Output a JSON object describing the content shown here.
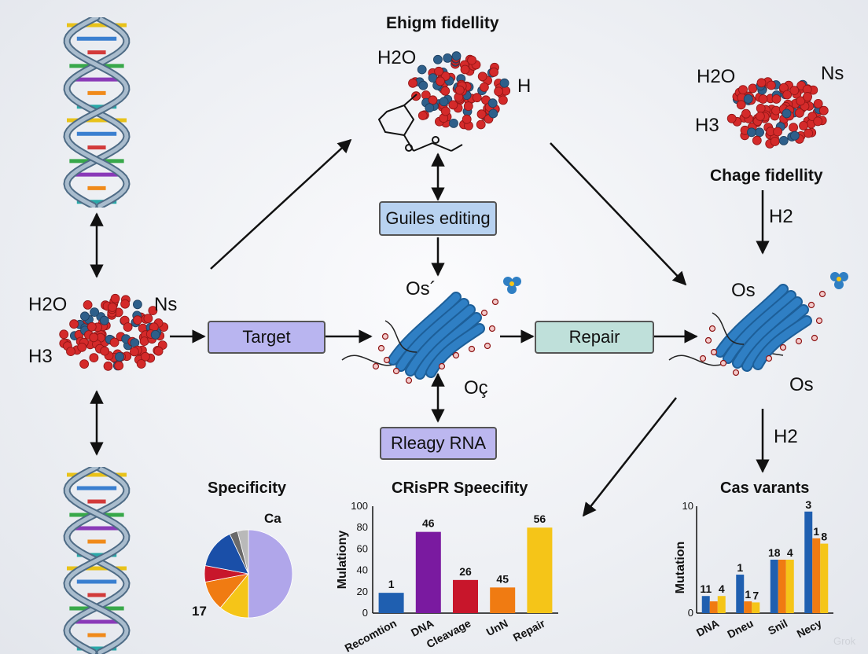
{
  "diagram": {
    "top_title": "Ehigm fidellity",
    "right_title": "Chage fidellity",
    "boxes": {
      "guides": "Guiles editing",
      "target": "Target",
      "repair": "Repair",
      "rna": "Rleagy RNA"
    },
    "labels": {
      "left_h2o": "H2O",
      "left_ns": "Ns",
      "left_h3": "H3",
      "top_h2o": "H2O",
      "top_h": "H",
      "right_h2o": "H2O",
      "right_ns": "Ns",
      "right_h3": "H3",
      "center_os1": "Os´",
      "center_os2": "Oç",
      "right_os1": "Os",
      "right_os2": "Os",
      "h2_upper": "H2",
      "h2_lower": "H2",
      "pie_ca": "Ca",
      "pie_17": "17"
    },
    "colors": {
      "target_box": "#b9b5f0",
      "guides_box": "#b8d2f0",
      "repair_box": "#bfe0da",
      "rna_box": "#bcb7ef",
      "protein_blue": "#2f7fc4",
      "atom_red": "#d42a2a",
      "atom_blue": "#2e5f8a"
    },
    "watermark": "Grok"
  },
  "chart_data": [
    {
      "type": "pie",
      "title": "Specificity",
      "slices": [
        {
          "value": 50,
          "color": "#b0a6ea"
        },
        {
          "value": 11,
          "color": "#f5c518"
        },
        {
          "value": 11,
          "color": "#f07b12"
        },
        {
          "value": 6,
          "color": "#c8162b"
        },
        {
          "value": 15,
          "color": "#1a4fa8"
        },
        {
          "value": 3,
          "color": "#6a6a6a"
        },
        {
          "value": 4,
          "color": "#b9b9b9"
        }
      ]
    },
    {
      "type": "bar",
      "title": "CRisPR Speecifity",
      "ylabel": "Mulationy",
      "ylim": [
        0,
        100
      ],
      "yticks": [
        0,
        20,
        40,
        60,
        80,
        100
      ],
      "categories": [
        "Recomtion",
        "DNA",
        "Cleavage",
        "UnN",
        "Repair"
      ],
      "values": [
        19,
        76,
        31,
        24,
        80
      ],
      "data_labels": [
        "1",
        "46",
        "26",
        "45",
        "56"
      ],
      "colors": [
        "#1f5fb0",
        "#7a1aa0",
        "#c8162b",
        "#f07b12",
        "#f5c518"
      ]
    },
    {
      "type": "bar",
      "title": "Cas varants",
      "ylabel": "Mutation",
      "ylim": [
        0,
        10
      ],
      "yticks": [
        0,
        10
      ],
      "categories": [
        "DNA",
        "Dneu",
        "Snil",
        "Necy"
      ],
      "series": [
        {
          "values": [
            1.6,
            3.6,
            5.0,
            9.5
          ],
          "color": "#1f5fb0"
        },
        {
          "values": [
            1.1,
            1.1,
            5.0,
            7.0
          ],
          "color": "#f07b12"
        },
        {
          "values": [
            1.6,
            1.0,
            5.0,
            6.5
          ],
          "color": "#f5c518"
        }
      ],
      "data_labels": [
        {
          "text": "11",
          "cat": 0,
          "series": 0
        },
        {
          "text": "4",
          "cat": 0,
          "series": 2
        },
        {
          "text": "1",
          "cat": 1,
          "series": 0
        },
        {
          "text": "1",
          "cat": 1,
          "series": 1
        },
        {
          "text": "7",
          "cat": 1,
          "series": 2
        },
        {
          "text": "18",
          "cat": 2,
          "series": 0
        },
        {
          "text": "4",
          "cat": 2,
          "series": 2
        },
        {
          "text": "3",
          "cat": 3,
          "series": 0
        },
        {
          "text": "1",
          "cat": 3,
          "series": 1
        },
        {
          "text": "8",
          "cat": 3,
          "series": 2
        }
      ]
    }
  ]
}
